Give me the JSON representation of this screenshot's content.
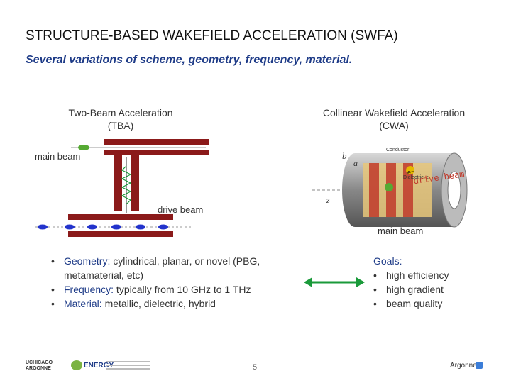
{
  "slide": {
    "title": "STRUCTURE-BASED WAKEFIELD ACCELERATION (SWFA)",
    "subtitle": "Several variations of scheme, geometry, frequency, material.",
    "page_number": "5"
  },
  "tba": {
    "heading_line1": "Two-Beam Acceleration",
    "heading_line2": "(TBA)",
    "main_beam_label": "main beam",
    "drive_beam_label": "drive beam"
  },
  "cwa": {
    "heading_line1": "Collinear Wakefield Acceleration",
    "heading_line2": "(CWA)",
    "conductor_label": "Conductor",
    "dielectric_label": "Dielectric, ε",
    "drive_beam_label": "drive beam",
    "main_beam_label": "main beam",
    "axis_label": "z",
    "radius_b": "b",
    "radius_a": "a",
    "charge_label": "e⁻"
  },
  "variations": {
    "items": [
      {
        "key": "Geometry:",
        "text": " cylindrical, planar, or novel (PBG, metamaterial, etc)"
      },
      {
        "key": "Frequency:",
        "text": " typically from 10 GHz to 1 THz"
      },
      {
        "key": "Material:",
        "text": " metallic, dielectric, hybrid"
      }
    ]
  },
  "goals": {
    "heading": "Goals:",
    "items": [
      "high efficiency",
      "high gradient",
      "beam quality"
    ]
  },
  "footer": {
    "uchicago_line1": "UCHICAGO",
    "uchicago_line2": "ARGONNE",
    "energy_text": "ENERGY",
    "argonne_text": "Argonne"
  },
  "colors": {
    "title": "#111111",
    "subtitle": "#1f3c88",
    "accent_blue": "#1f3c88",
    "arrow_green": "#1a9a3a",
    "structure_red": "#8b1a1a",
    "beam_blue": "#2233cc",
    "beam_green": "#55aa33"
  }
}
